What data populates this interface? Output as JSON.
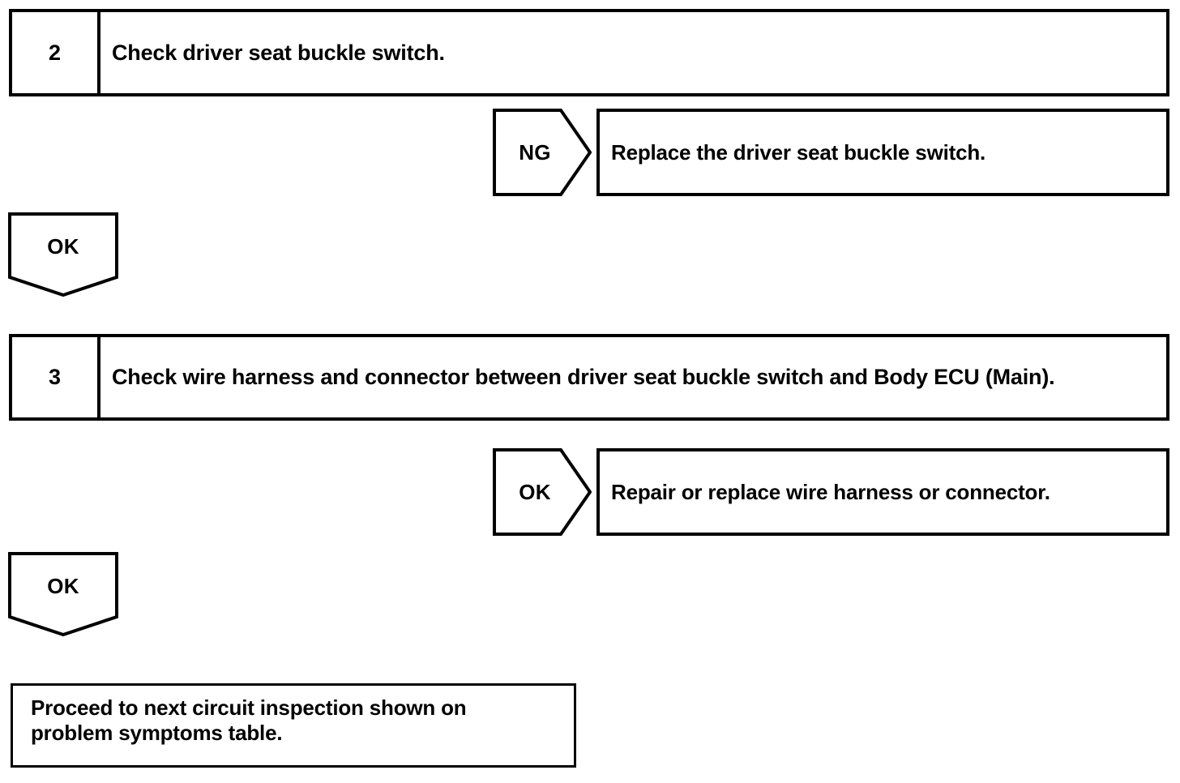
{
  "diagram": {
    "type": "troubleshooting-flowchart",
    "stroke_color": "#000000",
    "background_color": "#ffffff",
    "nodes": [
      {
        "id": "step-2",
        "kind": "step",
        "number": "2",
        "text": "Check driver seat buckle switch."
      },
      {
        "id": "branch-ng-1",
        "kind": "branch-arrow",
        "label": "NG"
      },
      {
        "id": "result-1",
        "kind": "result",
        "text": "Replace the driver seat buckle switch."
      },
      {
        "id": "flow-ok-1",
        "kind": "flow-arrow",
        "label": "OK"
      },
      {
        "id": "step-3",
        "kind": "step",
        "number": "3",
        "text": "Check wire harness and connector between driver seat buckle switch and Body ECU (Main)."
      },
      {
        "id": "branch-ok-2",
        "kind": "branch-arrow",
        "label": "OK"
      },
      {
        "id": "result-2",
        "kind": "result",
        "text": "Repair or replace wire harness or connector."
      },
      {
        "id": "flow-ok-2",
        "kind": "flow-arrow",
        "label": "OK"
      },
      {
        "id": "final",
        "kind": "terminal",
        "line1": "Proceed to next circuit inspection shown on",
        "line2": "problem symptoms table."
      }
    ]
  }
}
